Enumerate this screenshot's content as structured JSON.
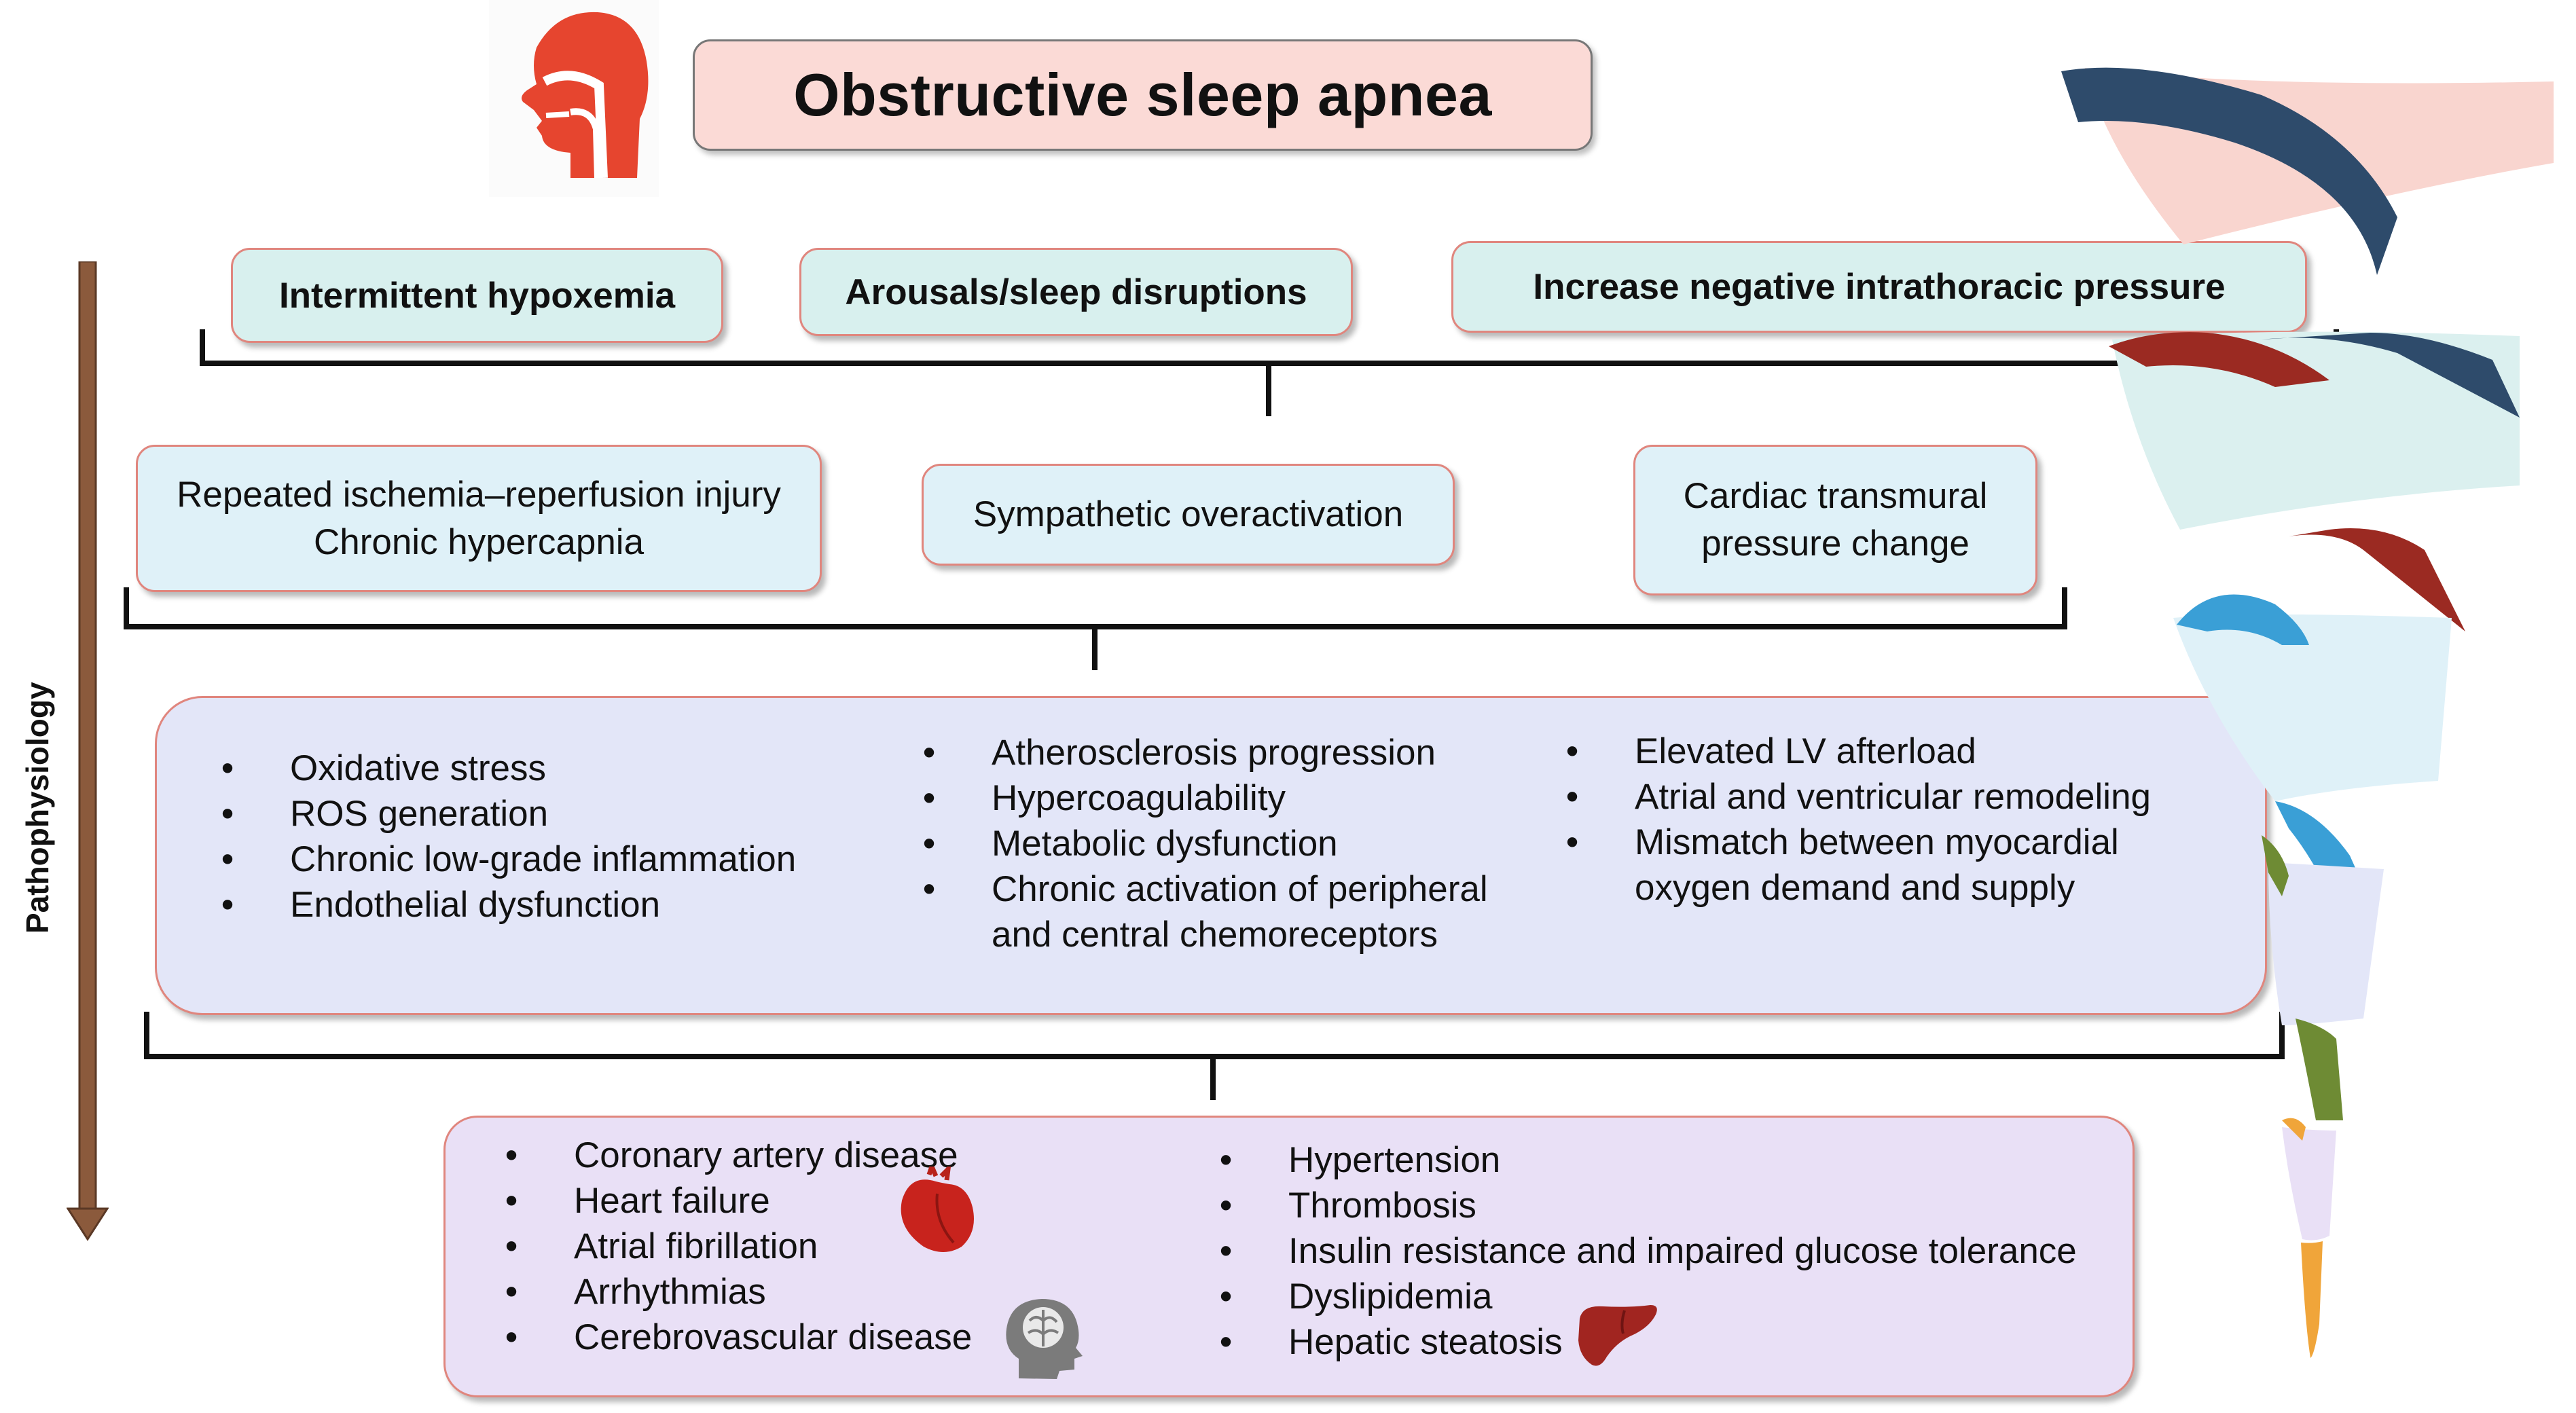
{
  "title": "Obstructive sleep apnea",
  "side_label": "Pathophysiology",
  "level1": [
    "Intermittent hypoxemia",
    "Arousals/sleep disruptions",
    "Increase negative intrathoracic pressure"
  ],
  "level2": {
    "left_line1": "Repeated ischemia–reperfusion injury",
    "left_line2": "Chronic hypercapnia",
    "middle": "Sympathetic overactivation",
    "right_line1": "Cardiac transmural",
    "right_line2": "pressure change"
  },
  "level3": {
    "col1": [
      "Oxidative stress",
      "ROS generation",
      "Chronic low-grade inflammation",
      "Endothelial dysfunction"
    ],
    "col2": [
      "Atherosclerosis progression",
      "Hypercoagulability",
      "Metabolic dysfunction",
      "Chronic activation of peripheral",
      "and central chemoreceptors"
    ],
    "col3": [
      "Elevated LV afterload",
      "Atrial and ventricular remodeling",
      "Mismatch between myocardial",
      "oxygen demand and supply"
    ]
  },
  "level4": {
    "col1": [
      "Coronary artery disease",
      "Heart failure",
      "Atrial fibrillation",
      "Arrhythmias",
      "Cerebrovascular disease"
    ],
    "col2": [
      "Hypertension",
      "Thrombosis",
      "Insulin resistance and impaired glucose tolerance",
      "Dyslipidemia",
      "Hepatic steatosis"
    ]
  },
  "icons": [
    "head-airway-icon",
    "heart-icon",
    "brain-head-icon",
    "liver-icon",
    "funnel-ribbon"
  ],
  "colors": {
    "title_bg": "#fbdad6",
    "level1_bg": "#d8f0ee",
    "level2_bg": "#dff1f8",
    "level3_bg": "#e3e6f8",
    "level4_bg": "#e9e0f6",
    "box_border": "#e0867e",
    "arrow": "#8b5a3c",
    "ribbon_navy": "#2e4b6b",
    "ribbon_red": "#9b2a22",
    "ribbon_blue": "#3a9fd6",
    "ribbon_green": "#6e8b34",
    "ribbon_orange": "#f0a53a"
  }
}
